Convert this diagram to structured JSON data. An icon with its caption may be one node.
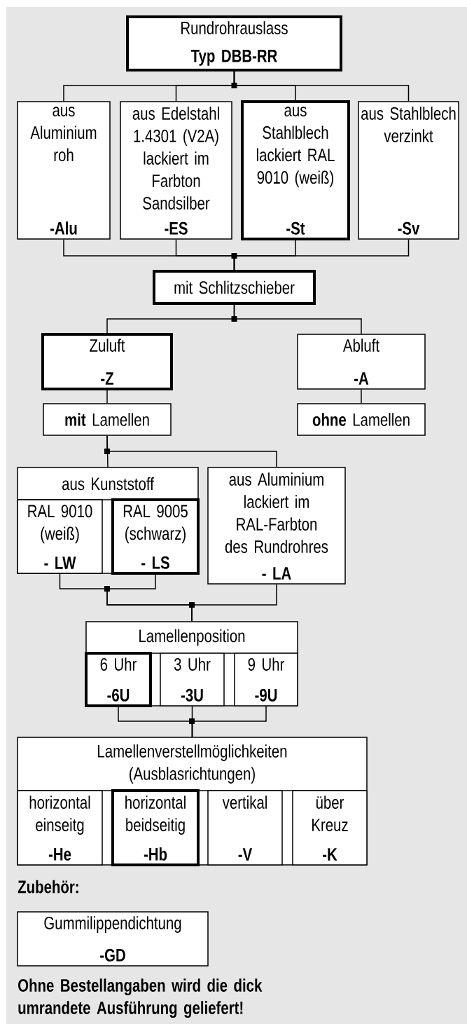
{
  "diagram": {
    "nodes": [
      {
        "text": [
          "Rundrohrauslass",
          "Typ DBB-RR"
        ]
      },
      {
        "text": [
          "aus Aluminium roh",
          "-Alu"
        ]
      },
      {
        "text": [
          "aus Edelstahl 1.4301 (V2A) lackiert im Farbton Sandsilber",
          "-ES"
        ]
      },
      {
        "text": [
          "aus Stahlblech lackiert RAL 9010 (weiß)",
          "-St"
        ]
      },
      {
        "text": [
          "aus Stahlblech verzinkt",
          "-Sv"
        ]
      },
      {
        "text": [
          "mit Schlitzschieber"
        ]
      },
      {
        "text": [
          "Zuluft",
          "-Z"
        ]
      },
      {
        "text": [
          "Abluft",
          "-A"
        ]
      },
      {
        "text": [
          "**mit** Lamellen"
        ]
      },
      {
        "text": [
          "**ohne** Lamellen"
        ]
      },
      {
        "text": [
          "aus Kunststoff"
        ]
      },
      {
        "text": [
          "RAL 9010 (weiß)",
          "- LW"
        ],
        "in": 10
      },
      {
        "text": [
          "RAL 9005 (schwarz)",
          "- LS"
        ],
        "in": 10
      },
      {
        "text": [
          "aus Aluminium lackiert im RAL-Farbton des Rundrohres",
          "- LA"
        ]
      },
      {
        "text": [
          "Lamellenposition"
        ]
      },
      {
        "text": [
          "6 Uhr",
          "-6U"
        ],
        "in": 14
      },
      {
        "text": [
          "3 Uhr",
          "-3U"
        ],
        "in": 14
      },
      {
        "text": [
          "9 Uhr",
          "-9U"
        ],
        "in": 14
      },
      {
        "text": [
          "Lamellenverstellmöglichkeiten (Ausblasrichtungen)"
        ]
      },
      {
        "text": [
          "horizontal einseitg",
          "-He"
        ],
        "in": 18
      },
      {
        "text": [
          "horizontal beidseitig",
          "-Hb"
        ],
        "in": 18
      },
      {
        "text": [
          "vertikal",
          "-V"
        ],
        "in": 18
      },
      {
        "text": [
          "über Kreuz",
          "-K"
        ],
        "in": 18
      },
      {
        "text": [
          "Gummilippendichtung",
          "-GD"
        ]
      }
    ],
    "edges": [
      {
        "from": 0,
        "to": 1,
        "arrow": "none"
      },
      {
        "from": 0,
        "to": 2,
        "arrow": "none"
      },
      {
        "from": 0,
        "to": 3,
        "arrow": "none"
      },
      {
        "from": 0,
        "to": 4,
        "arrow": "none"
      },
      {
        "from": 1,
        "to": 5,
        "arrow": "none"
      },
      {
        "from": 2,
        "to": 5,
        "arrow": "none"
      },
      {
        "from": 3,
        "to": 5,
        "arrow": "none"
      },
      {
        "from": 4,
        "to": 5,
        "arrow": "none"
      },
      {
        "from": 5,
        "to": 6,
        "arrow": "none"
      },
      {
        "from": 5,
        "to": 7,
        "arrow": "none"
      },
      {
        "from": 6,
        "to": 8,
        "arrow": "none"
      },
      {
        "from": 7,
        "to": 9,
        "arrow": "none"
      },
      {
        "from": 8,
        "to": 10,
        "arrow": "none"
      },
      {
        "from": 8,
        "to": 13,
        "arrow": "none"
      },
      {
        "from": 11,
        "to": 14,
        "arrow": "none"
      },
      {
        "from": 12,
        "to": 14,
        "arrow": "none"
      },
      {
        "from": 13,
        "to": 14,
        "arrow": "none"
      },
      {
        "from": 15,
        "to": 18,
        "arrow": "none"
      },
      {
        "from": 16,
        "to": 18,
        "arrow": "none"
      },
      {
        "from": 17,
        "to": 18,
        "arrow": "none"
      }
    ],
    "labels": [
      "Zubehör:",
      "Ohne Bestellangaben wird die dick umrandete Ausführung geliefert!"
    ]
  }
}
